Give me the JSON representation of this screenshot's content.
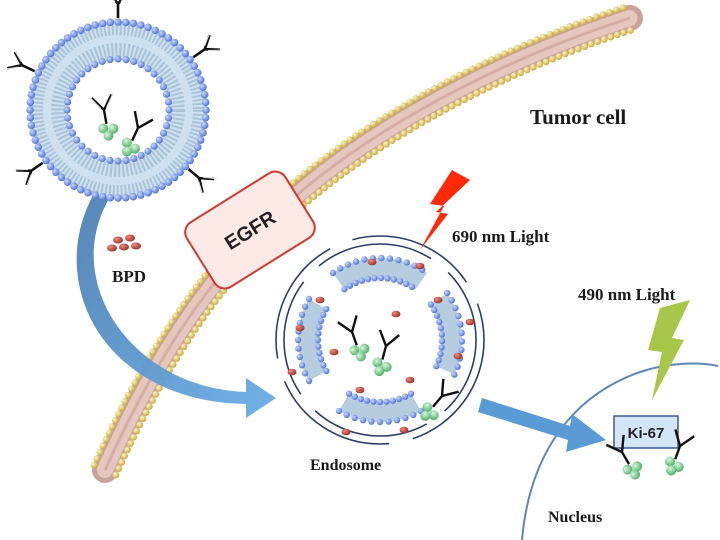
{
  "labels": {
    "tumor_cell": "Tumor cell",
    "egfr": "EGFR",
    "bpd": "BPD",
    "light_690": "690 nm Light",
    "light_490": "490 nm Light",
    "endosome": "Endosome",
    "ki67": "Ki-67",
    "nucleus": "Nucleus"
  },
  "colors": {
    "membrane_core": "#d9b4ac",
    "membrane_beads": "#e2c65e",
    "liposome_heads": "#6d8fe6",
    "liposome_tails": "#b6cde0",
    "bpd_dot": "#b8473d",
    "egfr_box": "#fde9e6",
    "egfr_border": "#cf3a32",
    "red_bolt": "#ff2a0a",
    "green_bolt": "#a8c64a",
    "arrow_blue": "#5b9bd5",
    "ki67_box": "#d4e5f7",
    "antibody_green": "#7ccf8f",
    "nucleus_line": "#5f86b8"
  }
}
